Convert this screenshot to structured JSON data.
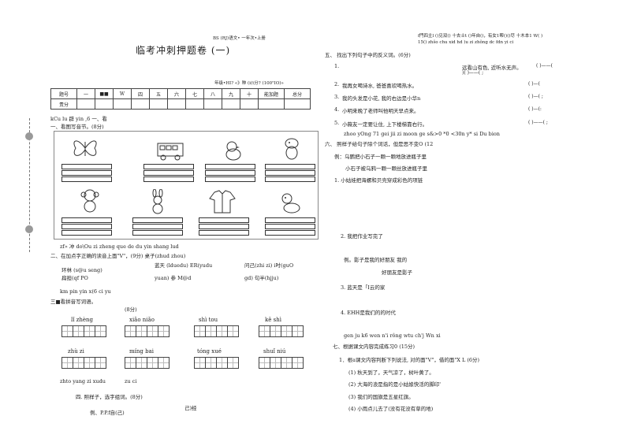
{
  "left": {
    "header": "BS (RJ)语文• 一年次•上册",
    "title": "临考冲刺押题卷 (一)",
    "meta": "年级•HI? «》种 (i(t分? (100\"IO)»",
    "score_table": {
      "row1": [
        "题号",
        "一",
        "■■",
        "W",
        "四",
        "五",
        "六",
        "七",
        "八",
        "九",
        "十",
        "能加题",
        "总分"
      ],
      "row2_label": "责分"
    },
    "pinyin_q1": "kCu lu 辟 yin ,6 一、看",
    "q1_title": "一、看图写音节。(8分)",
    "q1_pinyin2": "zf» 冲 do\\Ou zi zheng que de du yin shang lud",
    "q2_title": "二、在加点字正确的读音上面\"V\"，(9分) 桌子(zhud zhou)",
    "q2_items": [
      "环林 (s@u seng)",
      "蓝天 (lduedu) ER(yudu",
      "问己(zhi zi) i吋(guO",
      "扁担(qf PO",
      "yuan) 参 M@d",
      "gd) 句半(hjju)"
    ],
    "q3_pinyin": "km pin yin x(6 ci yu",
    "q3_title": "三■看拼音写词语。",
    "q3_points": "(8分)",
    "q3_row1": [
      "lǐ  zhèng",
      "xiǎo  niǎo",
      "shì  tou",
      "kě  shì"
    ],
    "q3_row2": [
      "zhù   zi",
      "míng  bai",
      "tóng  xué",
      "shuǐ  niú"
    ],
    "q4_pinyin": "zhto yang zi xudu",
    "q4_mid": "zu  ci",
    "q4_title": "四. 照样子，选字组词。(8分)",
    "q4_example": "例、P.P.f自(己)",
    "q4_right": "己)经"
  },
  "right": {
    "header1": "f門四主l  ()见双()  十去士t  ()年自()，有女1帮()()尽  十木本1  W(  )",
    "header2": "15()  zhšo chu xid hd )u zi zhǒng dc fdn yi ci",
    "q5_title": "五、  找出下列句子中的反义词。(6分)",
    "q5_items": [
      {
        "num": "1.",
        "text": "远看山有色, 近听水无声。",
        "blanks": "(           )——("
      },
      {
        "num": "",
        "text": ")(       )——(           ;",
        "blanks": ""
      },
      {
        "num": "2.",
        "text": "我再女喝诗水, 爸爸喜欢喝热水。",
        "blanks": "(     )—("
      },
      {
        "num": "3.",
        "text": "我的头发是小花, 我的右边是小华n",
        "blanks": "(     )—(      ;"
      },
      {
        "num": "4.",
        "text": "小明来晚了老师叫他明天早点来。",
        "blanks": "(     )—(:"
      },
      {
        "num": "5.",
        "text": "小薇友一定要让住, 上下楼梯靠右行。",
        "blanks": "(     )——(      ;"
      }
    ],
    "q6_pinyin": "zhoo yOng 71 gei jii zi moon ge s&>0 *0 <30n y* si Du bion",
    "q6_title": "六、  照样子给句子除个词话，但是思不变O (12",
    "q6_example1": "例：乌鹦把小石子一颗一颗地放进瓶子里",
    "q6_example2": "小石子被乌鸦一颗一颗丝放进瓶子里",
    "q6_items": [
      "1. 小姑娃把海螺和贝壳穿成彩色的项链",
      "2. 我把作业写完了",
      "例。影子是我的好朋友 我的",
      "好朋友是影子",
      "3. 蓝天是「I云的家",
      "4. EHH是我们的的时代"
    ],
    "q7_pinyin": "gen ju k6 wen n'i rông wtu ch'j Wn xi",
    "q7_title": "七、根据课文内容完成练习0 (15分)",
    "q7_sub": "1．根a课文内容判断下列说法, 对的面\"V\"，借的面\"X L (6分)",
    "q7_items": [
      "(1)  秋天到了，天气凉了，树叶黄了。",
      "(2)  大海的浪是指的是小姑娘快活的脚印'",
      "(3)  我们的国旗是五星红旗。",
      "(4)  小雨点儿去了(没有花没有草的地)"
    ]
  },
  "icons": [
    "butterfly-icon",
    "bus-icon",
    "chick-icon",
    "dinosaur-icon",
    "monkey-icon",
    "rabbit-icon",
    "shirt-icon",
    "dog-icon"
  ]
}
